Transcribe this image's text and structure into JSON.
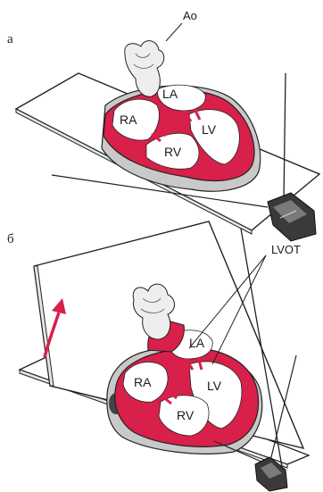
{
  "panel_a": {
    "letter": "а",
    "labels": {
      "aorta": "Ao",
      "left_atrium": "LA",
      "right_atrium": "RA",
      "left_ventricle": "LV",
      "right_ventricle": "RV"
    }
  },
  "panel_b": {
    "letter": "б",
    "labels": {
      "lvot": "LVOT",
      "left_atrium": "LA",
      "right_atrium": "RA",
      "left_ventricle": "LV",
      "right_ventricle": "RV"
    }
  },
  "colors": {
    "myocardium": "#d8204a",
    "tissue": "#c9c9c9",
    "outline": "#222222"
  }
}
